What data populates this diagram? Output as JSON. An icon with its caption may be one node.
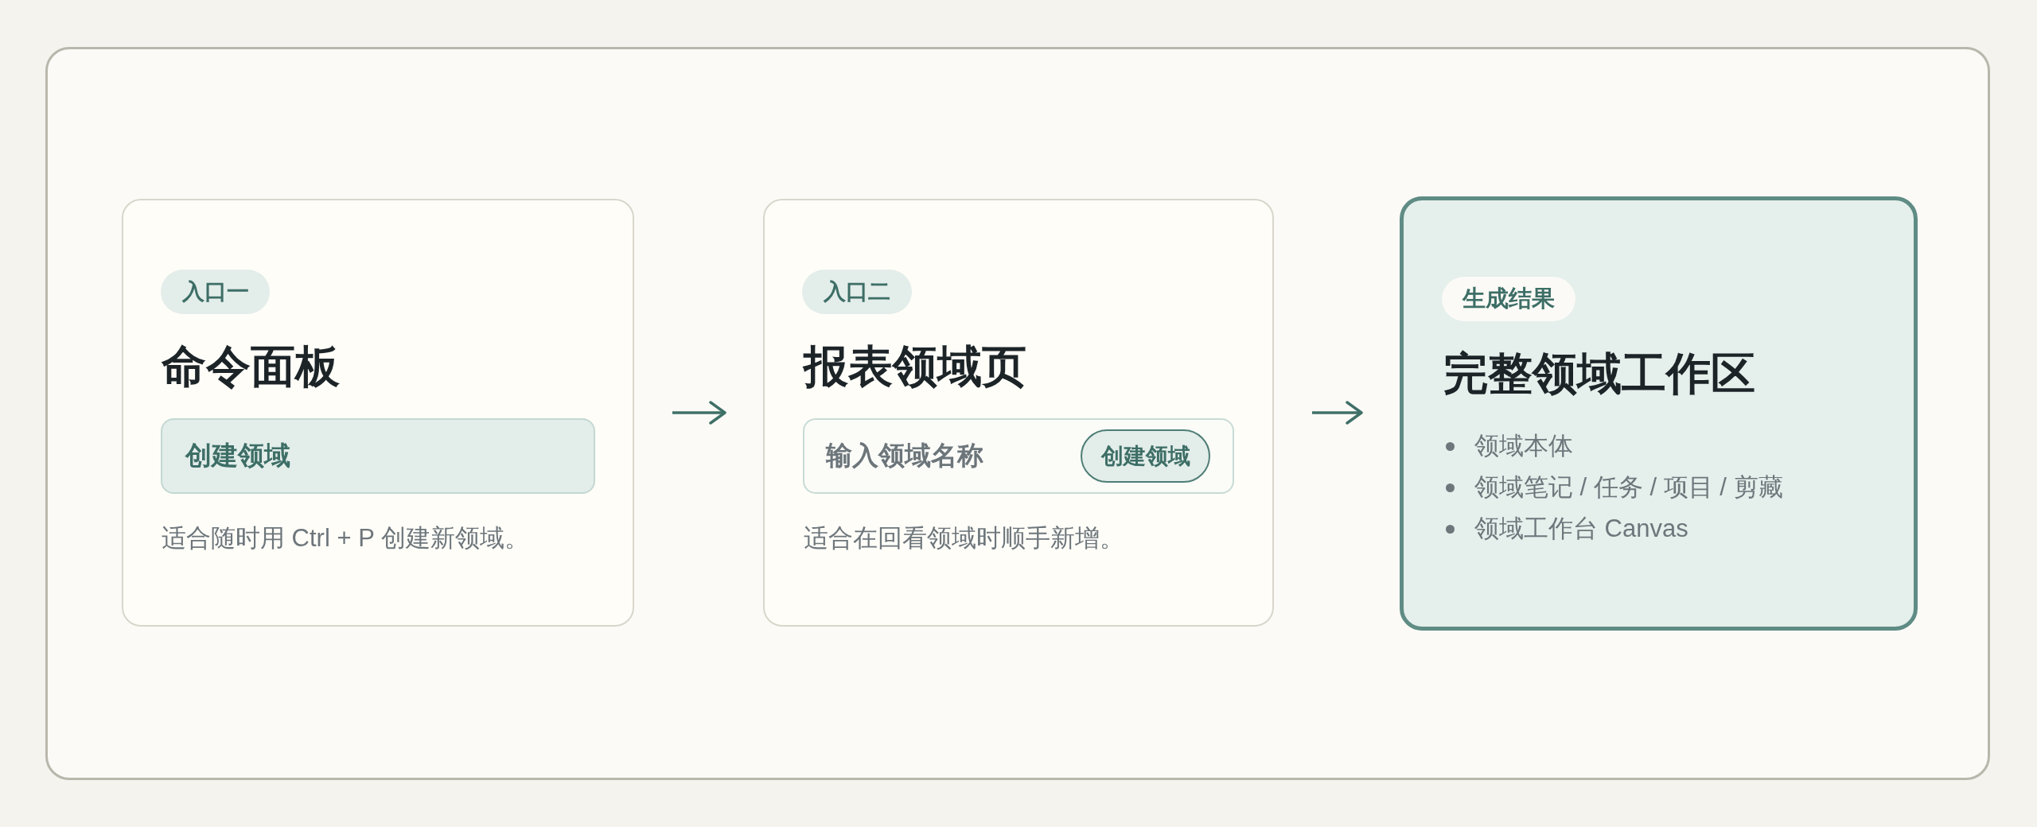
{
  "diagram": {
    "nodes": [
      {
        "text": [
          "命令面板",
          "适合随时用 Ctrl + P 创建新领域。"
        ]
      },
      {
        "text": [
          "入口一"
        ],
        "in": 0
      },
      {
        "text": [
          "创建领域"
        ],
        "in": 0
      },
      {
        "text": [
          "报表领域页",
          "适合在回看领域时顺手新增。"
        ]
      },
      {
        "text": [
          "入口二"
        ],
        "in": 3
      },
      {
        "text": [
          "输入领域名称"
        ],
        "in": 3
      },
      {
        "text": [
          "创建领域"
        ],
        "in": 5
      },
      {
        "text": [
          "完整领域工作区",
          "领域本体",
          "领域笔记 / 任务 / 项目 / 剪藏",
          "领域工作台 Canvas"
        ]
      },
      {
        "text": [
          "生成结果"
        ],
        "in": 7
      }
    ],
    "edges": [
      {
        "from": 0,
        "to": 3,
        "arrow": "to"
      },
      {
        "from": 3,
        "to": 7,
        "arrow": "to"
      }
    ]
  }
}
